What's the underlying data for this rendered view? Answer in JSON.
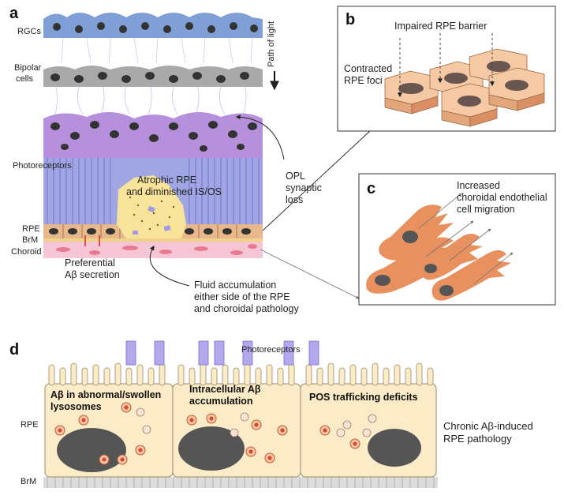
{
  "panels": {
    "a": "a",
    "b": "b",
    "c": "c",
    "d": "d"
  },
  "panel_a": {
    "rgcs": "RGCs",
    "bipolar1": "Bipolar",
    "bipolar2": "cells",
    "path_of_light": "Path of light",
    "photoreceptors": "Photoreceptors",
    "rpe": "RPE",
    "brm": "BrM",
    "choroid": "Choroid",
    "atrophic1": "Atrophic RPE",
    "atrophic2": "and diminished IS/OS",
    "opl1": "OPL",
    "opl2": "synaptic",
    "opl3": "loss",
    "pref1": "Preferential",
    "pref2": "Aβ secretion",
    "fluid1": "Fluid accumulation",
    "fluid2": "either side of the RPE",
    "fluid3": "and choroidal pathology"
  },
  "panel_b": {
    "impaired": "Impaired RPE barrier",
    "contracted1": "Contracted",
    "contracted2": "RPE foci"
  },
  "panel_c": {
    "inc1": "Increased",
    "inc2": "choroidal endothelial",
    "inc3": "cell migration"
  },
  "panel_d": {
    "photoreceptors": "Photoreceptors",
    "rpe": "RPE",
    "brm": "BrM",
    "cell1_title1": "Aβ in abnormal/swollen",
    "cell1_title2": "lysosomes",
    "cell2_title1": "Intracellular Aβ",
    "cell2_title2": "accumulation",
    "cell3_title": "POS trafficking deficits",
    "chronic1": "Chronic Aβ-induced",
    "chronic2": "RPE pathology"
  },
  "colors": {
    "rgc": "#7f9fd6",
    "bipolar": "#a9a9a9",
    "photoreceptor": "#b690dc",
    "rpe": "#e8b88c",
    "fluid": "#f7e39a",
    "choroid": "#f6c6d6",
    "cell_d": "#fbebc6",
    "nucleus": "#555555",
    "abeta": "#d9442c"
  }
}
